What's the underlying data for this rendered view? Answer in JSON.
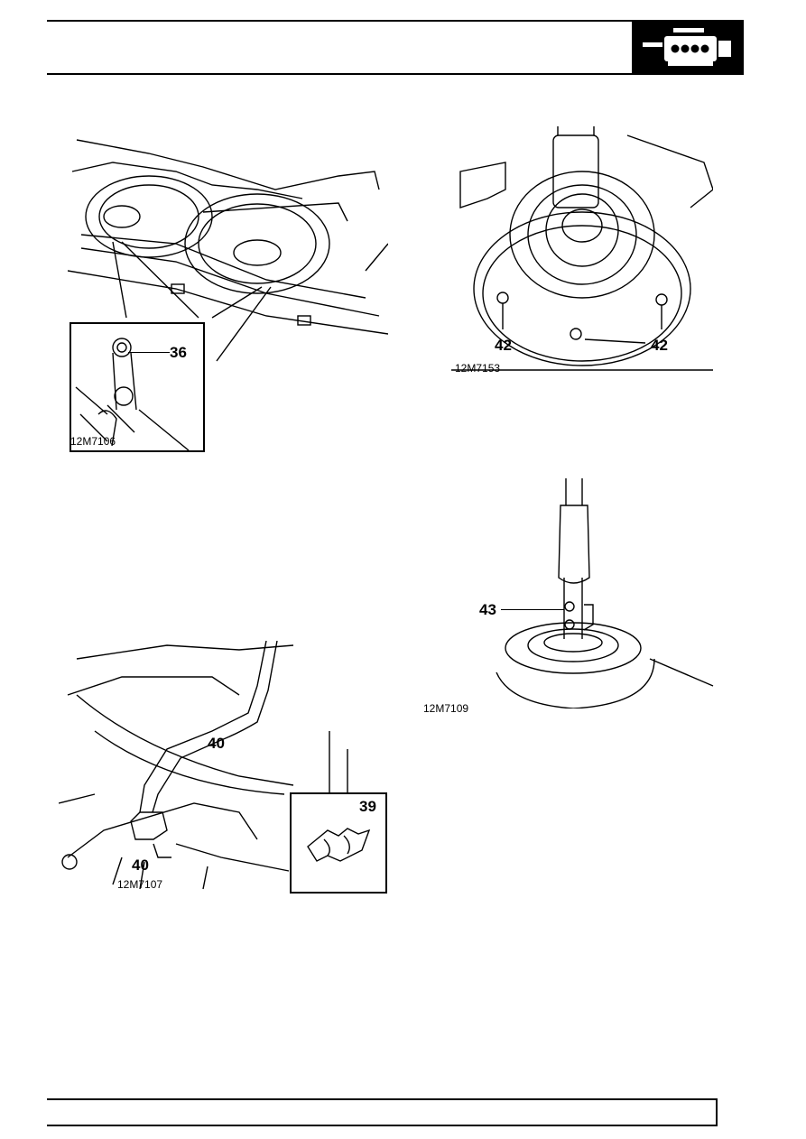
{
  "header": {
    "icon": "engine-icon"
  },
  "figures": [
    {
      "code": "12M7106",
      "callouts": [
        "36"
      ]
    },
    {
      "code": "12M7153",
      "callouts": [
        "42",
        "42"
      ]
    },
    {
      "code": "12M7109",
      "callouts": [
        "43"
      ]
    },
    {
      "code": "12M7107",
      "callouts": [
        "40",
        "40",
        "39"
      ]
    }
  ],
  "colors": {
    "ink": "#000000",
    "paper": "#ffffff"
  }
}
